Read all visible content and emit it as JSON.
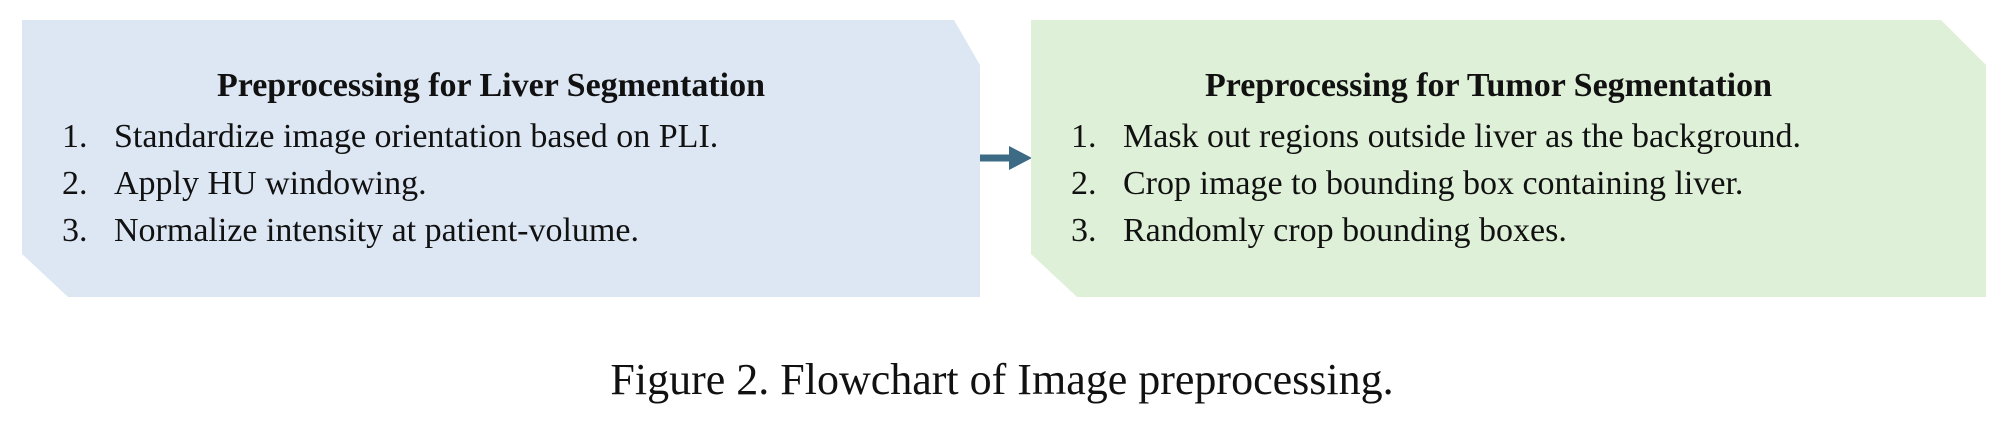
{
  "colors": {
    "left_box_fill": "#dde7f3",
    "right_box_fill": "#dff0d8",
    "arrow": "#3d6b86",
    "text": "#111111"
  },
  "left_box": {
    "title": "Preprocessing for Liver Segmentation",
    "steps": [
      {
        "num": "1.",
        "text": "Standardize image orientation based on PLI."
      },
      {
        "num": "2.",
        "text": "Apply HU windowing."
      },
      {
        "num": "3.",
        "text": "Normalize intensity at patient-volume."
      }
    ]
  },
  "right_box": {
    "title": "Preprocessing for Tumor Segmentation",
    "steps": [
      {
        "num": "1.",
        "text": "Mask out regions outside liver as the background."
      },
      {
        "num": "2.",
        "text": "Crop image to bounding box containing liver."
      },
      {
        "num": "3.",
        "text": "Randomly crop bounding boxes."
      }
    ]
  },
  "caption": "Figure 2. Flowchart of Image preprocessing."
}
